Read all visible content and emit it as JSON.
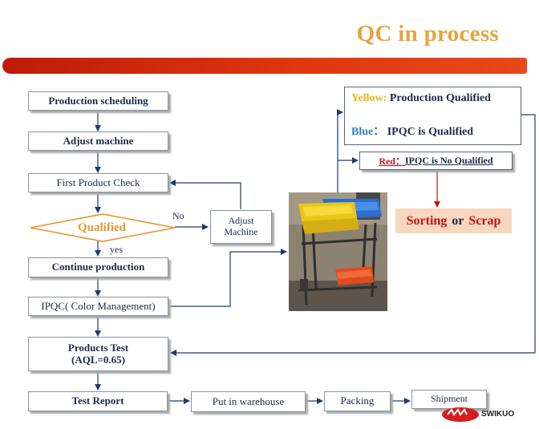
{
  "title": "QC in process",
  "flow": {
    "production_scheduling": "Production scheduling",
    "adjust_machine": "Adjust machine",
    "first_product_check": "First Product Check",
    "qualified": "Qualified",
    "label_no": "No",
    "label_yes": "yes",
    "adjust_machine_side_line1": "Adjust",
    "adjust_machine_side_line2": "Machine",
    "continue_production": "Continue production",
    "ipqc": "IPQC( Color Management)",
    "products_test_line1": "Products Test",
    "products_test_line2": "(AQL=0.65)",
    "test_report": "Test Report",
    "put_in_warehouse": "Put in warehouse",
    "packing": "Packing",
    "shipment": "Shipment"
  },
  "qc_panel": {
    "yellow_label": "Yellow:",
    "yellow_text": "Production Qualified",
    "blue_label": "Blue：",
    "blue_text": "IPQC is Qualified",
    "red_label": "Red：",
    "red_text": "IPQC is No Qualified"
  },
  "outcome": {
    "sorting": "Sorting",
    "or": "or",
    "scrap": "Scrap"
  },
  "logo": {
    "text": "SWIKUO"
  },
  "colors": {
    "title": "#e9a23b",
    "bar": "#d42a0c",
    "arrow": "#1f3a6e",
    "red_arrow": "#c0141a",
    "yellow": "#e8b318",
    "blue": "#2a7fc0",
    "red": "#c0141a",
    "outcome_bg": "#f8d6bf"
  },
  "icons": [
    "bin-rack-photo",
    "swikuo-logo-icon"
  ]
}
